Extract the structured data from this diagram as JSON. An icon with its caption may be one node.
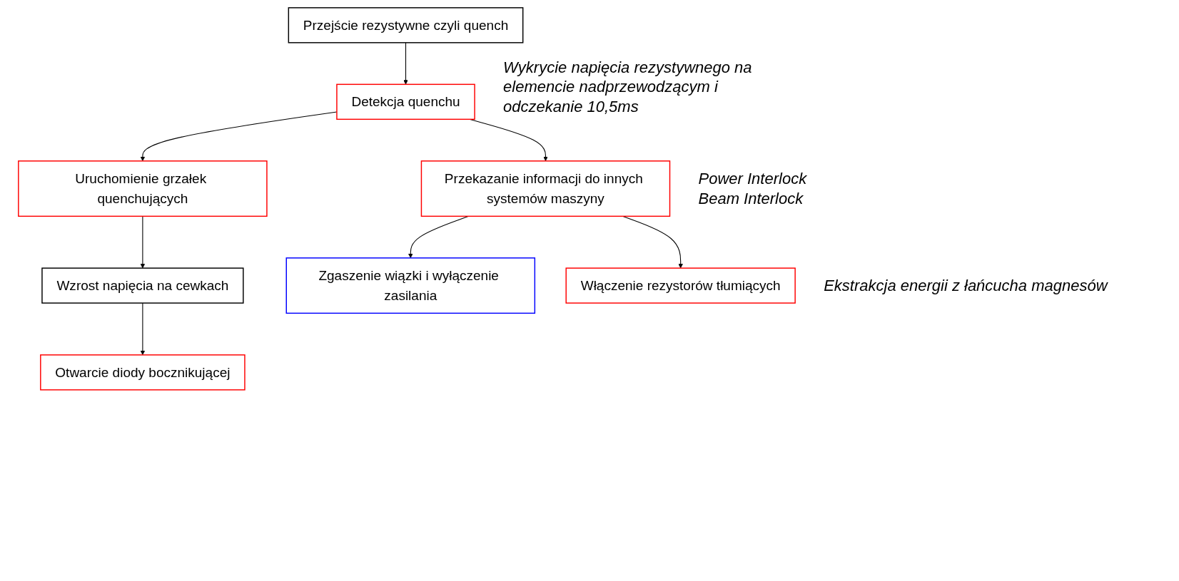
{
  "diagram": {
    "nodes": [
      {
        "text": [
          "Przejście rezystywne czyli quench"
        ]
      },
      {
        "text": [
          "Detekcja quenchu"
        ],
        "beside": [
          "Wykrycie napięcia rezystywnego na elemencie nadprzewodzącym i odczekanie 10,5ms"
        ]
      },
      {
        "text": [
          "Uruchomienie grzałek quenchujących"
        ]
      },
      {
        "text": [
          "Przekazanie informacji do innych systemów maszyny"
        ],
        "beside": [
          "Power Interlock",
          "Beam Interlock"
        ]
      },
      {
        "text": [
          "Wzrost napięcia na cewkach"
        ]
      },
      {
        "text": [
          "Zgaszenie wiązki i wyłączenie zasilania"
        ]
      },
      {
        "text": [
          "Włączenie rezystorów tłumiących"
        ],
        "beside": [
          "Ekstrakcja energii z łańcucha magnesów"
        ]
      },
      {
        "text": [
          "Otwarcie diody bocznikującej"
        ]
      }
    ],
    "edges": [
      {
        "from": 0,
        "to": 1,
        "arrow": "to"
      },
      {
        "from": 1,
        "to": 2,
        "arrow": "to"
      },
      {
        "from": 1,
        "to": 3,
        "arrow": "to"
      },
      {
        "from": 2,
        "to": 4,
        "arrow": "to"
      },
      {
        "from": 3,
        "to": 6,
        "arrow": "to"
      },
      {
        "from": 3,
        "to": 5,
        "arrow": "to"
      },
      {
        "from": 4,
        "to": 7,
        "arrow": "to"
      }
    ]
  }
}
